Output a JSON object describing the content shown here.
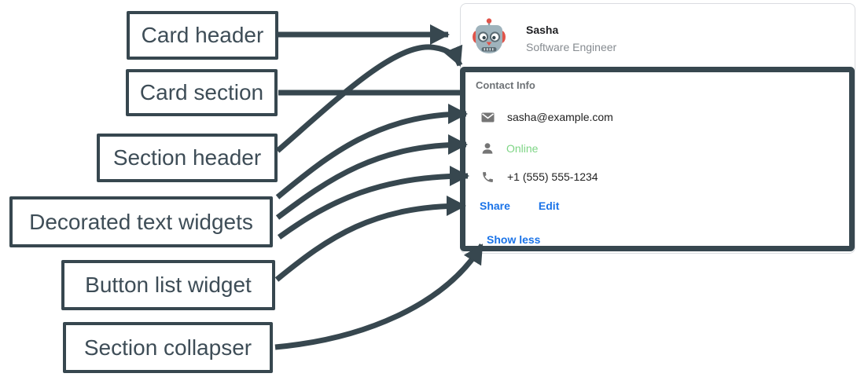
{
  "annotations": {
    "labels": [
      {
        "text": "Card header"
      },
      {
        "text": "Card section"
      },
      {
        "text": "Section header"
      },
      {
        "text": "Decorated text widgets"
      },
      {
        "text": "Button list widget"
      },
      {
        "text": "Section collapser"
      }
    ],
    "stroke_color": "#37474f"
  },
  "card": {
    "header": {
      "name": "Sasha",
      "role": "Software Engineer",
      "avatar_icon": "robot-icon"
    },
    "section": {
      "title": "Contact Info",
      "rows": [
        {
          "icon": "email-icon",
          "text": "sasha@example.com"
        },
        {
          "icon": "person-icon",
          "text": "Online"
        },
        {
          "icon": "phone-icon",
          "text": "+1 (555) 555-1234"
        }
      ],
      "buttons": [
        {
          "label": "Share"
        },
        {
          "label": "Edit"
        }
      ],
      "collapse_label": "Show less"
    }
  },
  "colors": {
    "annotation": "#37474f",
    "accent_blue": "#1a73e8",
    "status_green": "#7ed585",
    "card_border": "#dadce0",
    "icon_gray": "#757575"
  }
}
